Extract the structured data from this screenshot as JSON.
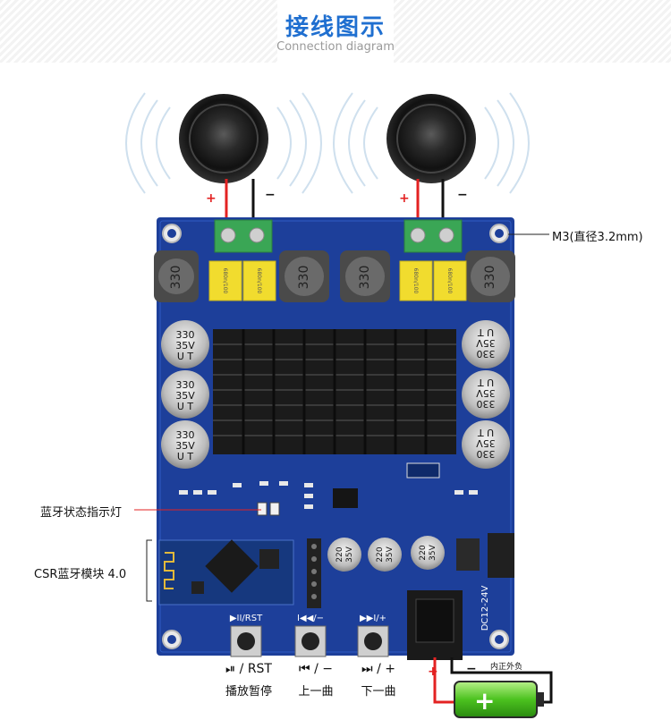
{
  "header": {
    "title_cn": "接线图示",
    "title_en": "Connection diagram"
  },
  "annotations": {
    "mount_hole": "M3(直径3.2mm)",
    "bt_indicator": "蓝牙状态指示灯",
    "bt_module": "CSR蓝牙模块 4.0",
    "polarity_plus": "+",
    "polarity_minus": "−",
    "battery_label": "内正外负",
    "power_input": "DC12-24V"
  },
  "buttons": [
    {
      "symbol": "⏯ / RST",
      "caption": "播放暂停",
      "silk": "▶II/RST"
    },
    {
      "symbol": "⏮ / −",
      "caption": "上一曲",
      "silk": "I◀◀/−"
    },
    {
      "symbol": "⏭ / +",
      "caption": "下一曲",
      "silk": "▶▶I/+"
    }
  ],
  "components": {
    "inductor_text": "330",
    "cap_text_1": "330",
    "cap_text_2": "35V",
    "cap_text_3": "U T",
    "small_cap_text": "220",
    "small_cap_text_2": "35V",
    "film_cap_text": "680n/100"
  },
  "colors": {
    "pcb": "#1d3f9a",
    "heatsink": "#1b1b1b",
    "terminal": "#3aa655",
    "wire_positive": "#e32222",
    "wire_negative": "#111111",
    "title": "#1f6fd0"
  }
}
